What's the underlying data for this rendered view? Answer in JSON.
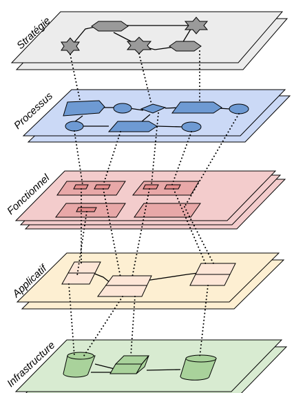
{
  "layers": [
    {
      "label": "Stratégie",
      "fill": "#ececec",
      "node_fill": "#9a9a9a"
    },
    {
      "label": "Processus",
      "fill": "#cbd9f6",
      "node_fill": "#6e9ad3"
    },
    {
      "label": "Fonctionnel",
      "fill": "#f3cccc",
      "node_fill": "#e8a8a8"
    },
    {
      "label": "Applicatif",
      "fill": "#fdefd2",
      "node_fill": "#fde6d7"
    },
    {
      "label": "Infrastructure",
      "fill": "#d8ebd1",
      "node_fill": "#a9d29b"
    }
  ]
}
